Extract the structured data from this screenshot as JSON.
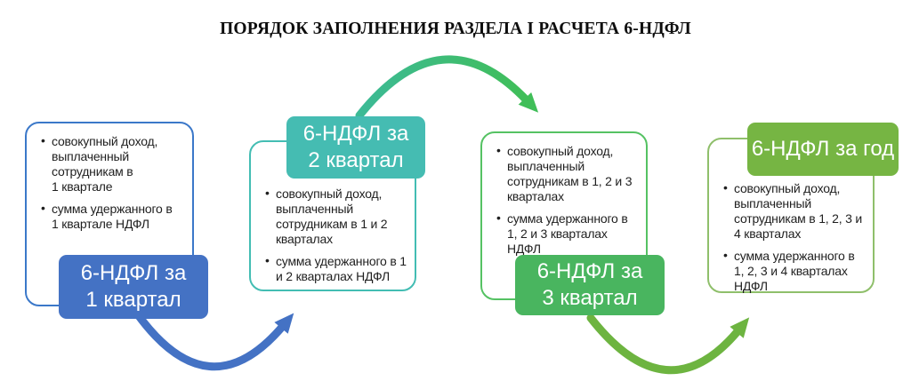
{
  "page": {
    "title": "ПОРЯДОК ЗАПОЛНЕНИЯ РАЗДЕЛА I РАСЧЕТА 6-НДФЛ",
    "background": "#ffffff",
    "text_color": "#1f1f1f"
  },
  "stages": [
    {
      "id": "q1",
      "label": "6-НДФЛ за\n1 квартал",
      "label_position": "bottom",
      "fill_color": "#4472C4",
      "border_color": "#3B78C9",
      "bullets": [
        "совокупный доход,\nвыплаченный\nсотрудникам в\n1 квартале",
        "сумма удержанного в\n1 квартале НДФЛ"
      ]
    },
    {
      "id": "q2",
      "label": "6-НДФЛ за\n2 квартал",
      "label_position": "top",
      "fill_color": "#45BCB2",
      "border_color": "#43BDB3",
      "bullets": [
        "совокупный доход,\nвыплаченный\nсотрудникам в 1 и 2\nкварталах",
        "сумма удержанного в 1\nи 2 кварталах НДФЛ"
      ]
    },
    {
      "id": "q3",
      "label": "6-НДФЛ за\n3 квартал",
      "label_position": "bottom",
      "fill_color": "#49B55F",
      "border_color": "#55C263",
      "bullets": [
        "совокупный доход,\nвыплаченный\nсотрудникам в 1, 2 и 3\nкварталах",
        "сумма удержанного в\n1, 2 и 3 кварталах\nНДФЛ"
      ]
    },
    {
      "id": "year",
      "label": "6-НДФЛ за год",
      "label_position": "top",
      "fill_color": "#76B543",
      "border_color": "#8FBF6B",
      "bullets": [
        "совокупный доход,\nвыплаченный\nсотрудникам в 1, 2, 3 и\n4 кварталах",
        "сумма удержанного в\n1, 2, 3 и 4 кварталах\nНДФЛ"
      ]
    }
  ],
  "arrows": [
    {
      "id": "q1-to-q2",
      "shape": "bottom-arc",
      "color": "#4472C4"
    },
    {
      "id": "q2-to-q3",
      "shape": "top-arc",
      "color_start": "#3CBA96",
      "color_end": "#40BE58",
      "color": "#40BE58"
    },
    {
      "id": "q3-to-year",
      "shape": "bottom-arc",
      "color": "#6DB440"
    }
  ]
}
